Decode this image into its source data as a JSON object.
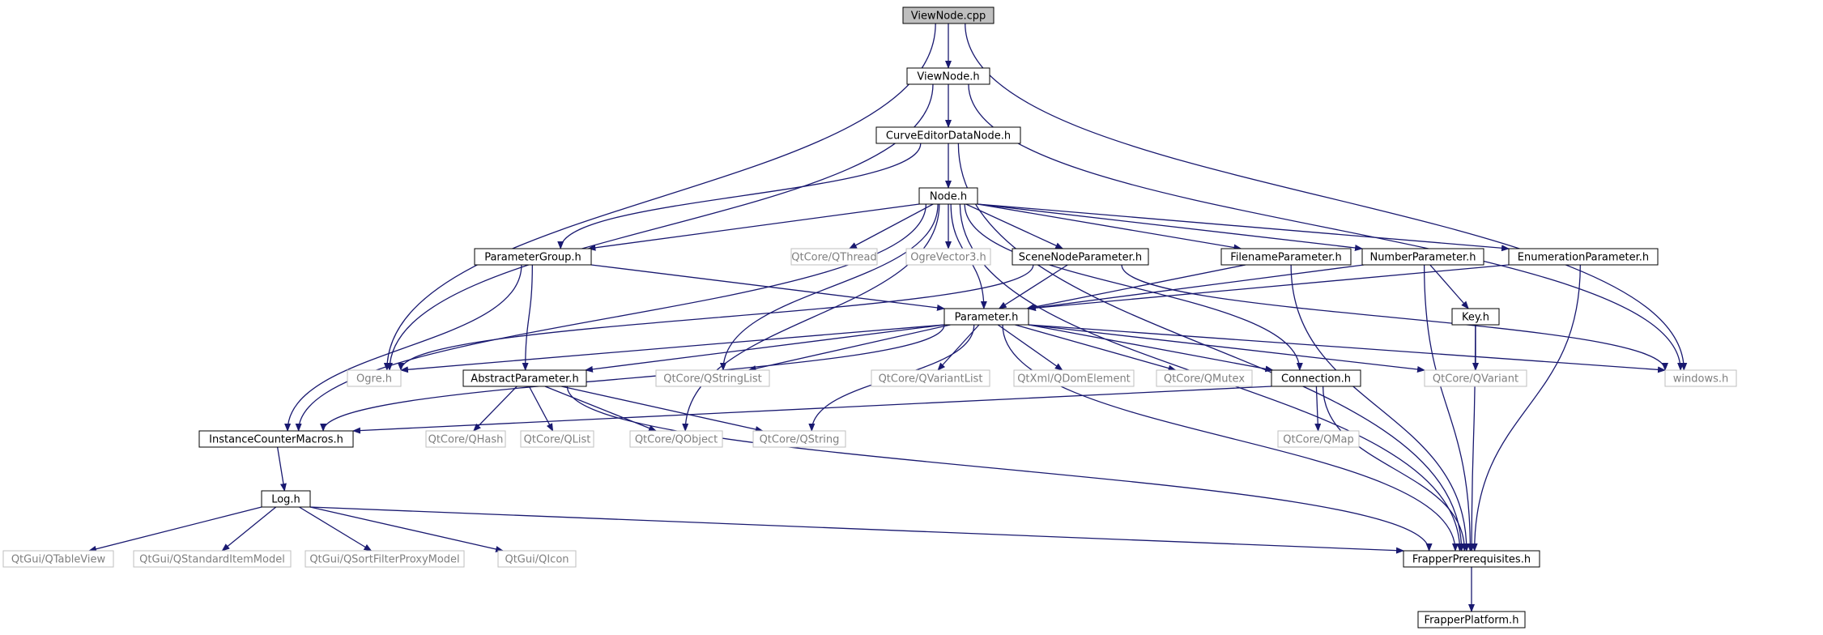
{
  "colors": {
    "edge": "#191970",
    "box_border_solid": "#000000",
    "box_border_external": "#bfbfbf",
    "text_solid": "#000000",
    "text_external": "#7f7f7f",
    "root_fill": "#bfbfbf"
  },
  "nodes": [
    {
      "id": "viewnode_cpp",
      "label": "ViewNode.cpp",
      "kind": "root"
    },
    {
      "id": "viewnode_h",
      "label": "ViewNode.h",
      "kind": "solid"
    },
    {
      "id": "curveeditor_h",
      "label": "CurveEditorDataNode.h",
      "kind": "solid"
    },
    {
      "id": "node_h",
      "label": "Node.h",
      "kind": "solid"
    },
    {
      "id": "paramgroup_h",
      "label": "ParameterGroup.h",
      "kind": "solid"
    },
    {
      "id": "qthread",
      "label": "QtCore/QThread",
      "kind": "external"
    },
    {
      "id": "ogrevector3",
      "label": "OgreVector3.h",
      "kind": "external"
    },
    {
      "id": "scenenodeparam_h",
      "label": "SceneNodeParameter.h",
      "kind": "solid"
    },
    {
      "id": "filenameparam_h",
      "label": "FilenameParameter.h",
      "kind": "solid"
    },
    {
      "id": "numberparam_h",
      "label": "NumberParameter.h",
      "kind": "solid"
    },
    {
      "id": "enumparam_h",
      "label": "EnumerationParameter.h",
      "kind": "solid"
    },
    {
      "id": "parameter_h",
      "label": "Parameter.h",
      "kind": "solid"
    },
    {
      "id": "key_h",
      "label": "Key.h",
      "kind": "solid"
    },
    {
      "id": "ogre_h",
      "label": "Ogre.h",
      "kind": "external"
    },
    {
      "id": "abstractparam_h",
      "label": "AbstractParameter.h",
      "kind": "solid"
    },
    {
      "id": "qstringlist",
      "label": "QtCore/QStringList",
      "kind": "external"
    },
    {
      "id": "qvariantlist",
      "label": "QtCore/QVariantList",
      "kind": "external"
    },
    {
      "id": "qdomelement",
      "label": "QtXml/QDomElement",
      "kind": "external"
    },
    {
      "id": "qmutex",
      "label": "QtCore/QMutex",
      "kind": "external"
    },
    {
      "id": "connection_h",
      "label": "Connection.h",
      "kind": "solid"
    },
    {
      "id": "qvariant",
      "label": "QtCore/QVariant",
      "kind": "external"
    },
    {
      "id": "windows_h",
      "label": "windows.h",
      "kind": "external"
    },
    {
      "id": "instancecounter_h",
      "label": "InstanceCounterMacros.h",
      "kind": "solid"
    },
    {
      "id": "qhash",
      "label": "QtCore/QHash",
      "kind": "external"
    },
    {
      "id": "qlist",
      "label": "QtCore/QList",
      "kind": "external"
    },
    {
      "id": "qobject",
      "label": "QtCore/QObject",
      "kind": "external"
    },
    {
      "id": "qstring",
      "label": "QtCore/QString",
      "kind": "external"
    },
    {
      "id": "qmap",
      "label": "QtCore/QMap",
      "kind": "external"
    },
    {
      "id": "log_h",
      "label": "Log.h",
      "kind": "solid"
    },
    {
      "id": "qtableview",
      "label": "QtGui/QTableView",
      "kind": "external"
    },
    {
      "id": "qstandarditemmodel",
      "label": "QtGui/QStandardItemModel",
      "kind": "external"
    },
    {
      "id": "qsortfilter",
      "label": "QtGui/QSortFilterProxyModel",
      "kind": "external"
    },
    {
      "id": "qicon",
      "label": "QtGui/QIcon",
      "kind": "external"
    },
    {
      "id": "frapperprereq_h",
      "label": "FrapperPrerequisites.h",
      "kind": "solid"
    },
    {
      "id": "frapperplatform_h",
      "label": "FrapperPlatform.h",
      "kind": "solid"
    }
  ],
  "edges": [
    [
      "viewnode_cpp",
      "viewnode_h"
    ],
    [
      "viewnode_cpp",
      "ogre_h"
    ],
    [
      "viewnode_cpp",
      "windows_h"
    ],
    [
      "viewnode_h",
      "curveeditor_h"
    ],
    [
      "viewnode_h",
      "ogre_h"
    ],
    [
      "viewnode_h",
      "windows_h"
    ],
    [
      "curveeditor_h",
      "node_h"
    ],
    [
      "curveeditor_h",
      "paramgroup_h"
    ],
    [
      "curveeditor_h",
      "frapperprereq_h"
    ],
    [
      "node_h",
      "paramgroup_h"
    ],
    [
      "node_h",
      "qthread"
    ],
    [
      "node_h",
      "ogrevector3"
    ],
    [
      "node_h",
      "scenenodeparam_h"
    ],
    [
      "node_h",
      "filenameparam_h"
    ],
    [
      "node_h",
      "numberparam_h"
    ],
    [
      "node_h",
      "enumparam_h"
    ],
    [
      "node_h",
      "parameter_h"
    ],
    [
      "node_h",
      "instancecounter_h"
    ],
    [
      "node_h",
      "qobject"
    ],
    [
      "node_h",
      "qstringlist"
    ],
    [
      "node_h",
      "connection_h"
    ],
    [
      "node_h",
      "frapperprereq_h"
    ],
    [
      "paramgroup_h",
      "parameter_h"
    ],
    [
      "paramgroup_h",
      "abstractparam_h"
    ],
    [
      "paramgroup_h",
      "instancecounter_h"
    ],
    [
      "scenenodeparam_h",
      "parameter_h"
    ],
    [
      "scenenodeparam_h",
      "ogre_h"
    ],
    [
      "scenenodeparam_h",
      "windows_h"
    ],
    [
      "filenameparam_h",
      "parameter_h"
    ],
    [
      "filenameparam_h",
      "frapperprereq_h"
    ],
    [
      "numberparam_h",
      "parameter_h"
    ],
    [
      "numberparam_h",
      "key_h"
    ],
    [
      "numberparam_h",
      "frapperprereq_h"
    ],
    [
      "enumparam_h",
      "parameter_h"
    ],
    [
      "enumparam_h",
      "frapperprereq_h"
    ],
    [
      "parameter_h",
      "ogre_h"
    ],
    [
      "parameter_h",
      "abstractparam_h"
    ],
    [
      "parameter_h",
      "qstringlist"
    ],
    [
      "parameter_h",
      "qvariantlist"
    ],
    [
      "parameter_h",
      "qdomelement"
    ],
    [
      "parameter_h",
      "qmutex"
    ],
    [
      "parameter_h",
      "connection_h"
    ],
    [
      "parameter_h",
      "qvariant"
    ],
    [
      "parameter_h",
      "windows_h"
    ],
    [
      "parameter_h",
      "instancecounter_h"
    ],
    [
      "parameter_h",
      "qstring"
    ],
    [
      "parameter_h",
      "frapperprereq_h"
    ],
    [
      "key_h",
      "qvariant"
    ],
    [
      "key_h",
      "frapperprereq_h"
    ],
    [
      "abstractparam_h",
      "qhash"
    ],
    [
      "abstractparam_h",
      "qlist"
    ],
    [
      "abstractparam_h",
      "qobject"
    ],
    [
      "abstractparam_h",
      "qstring"
    ],
    [
      "abstractparam_h",
      "frapperprereq_h"
    ],
    [
      "connection_h",
      "instancecounter_h"
    ],
    [
      "connection_h",
      "qmap"
    ],
    [
      "connection_h",
      "frapperprereq_h"
    ],
    [
      "instancecounter_h",
      "log_h"
    ],
    [
      "log_h",
      "qtableview"
    ],
    [
      "log_h",
      "qstandarditemmodel"
    ],
    [
      "log_h",
      "qsortfilter"
    ],
    [
      "log_h",
      "qicon"
    ],
    [
      "log_h",
      "frapperprereq_h"
    ],
    [
      "frapperprereq_h",
      "frapperplatform_h"
    ]
  ]
}
